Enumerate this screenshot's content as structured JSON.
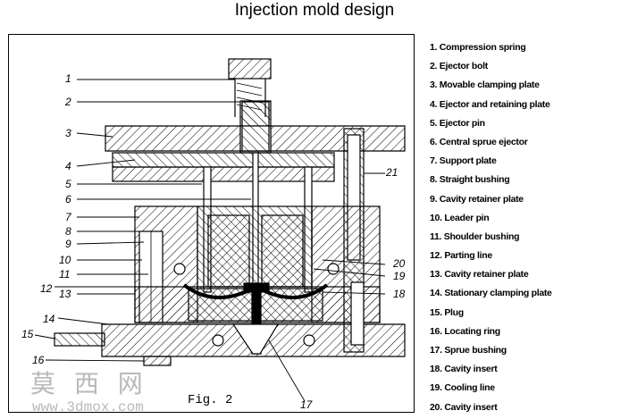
{
  "title": "Injection mold design",
  "legend": [
    "1. Compression spring",
    "2. Ejector bolt",
    "3. Movable clamping plate",
    "4. Ejector and retaining plate",
    "5. Ejector pin",
    "6. Central sprue ejector",
    "7. Support plate",
    "8. Straight bushing",
    "9. Cavity retainer plate",
    "10. Leader pin",
    "11. Shoulder bushing",
    "12. Parting line",
    "13. Cavity retainer plate",
    "14. Stationary clamping plate",
    "15. Plug",
    "16. Locating ring",
    "17. Sprue bushing",
    "18. Cavity insert",
    "19. Cooling line",
    "20. Cavity insert"
  ],
  "callouts": {
    "n1": "1",
    "n2": "2",
    "n3": "3",
    "n4": "4",
    "n5": "5",
    "n6": "6",
    "n7": "7",
    "n8": "8",
    "n9": "9",
    "n10": "10",
    "n11": "11",
    "n12": "12",
    "n13": "13",
    "n14": "14",
    "n15": "15",
    "n16": "16",
    "n17": "17",
    "n18": "18",
    "n19": "19",
    "n20": "20",
    "n21": "21"
  },
  "figure_label": "Fig. 2",
  "watermark": {
    "main": "莫 西 网",
    "url": "www.3dmox.com"
  }
}
